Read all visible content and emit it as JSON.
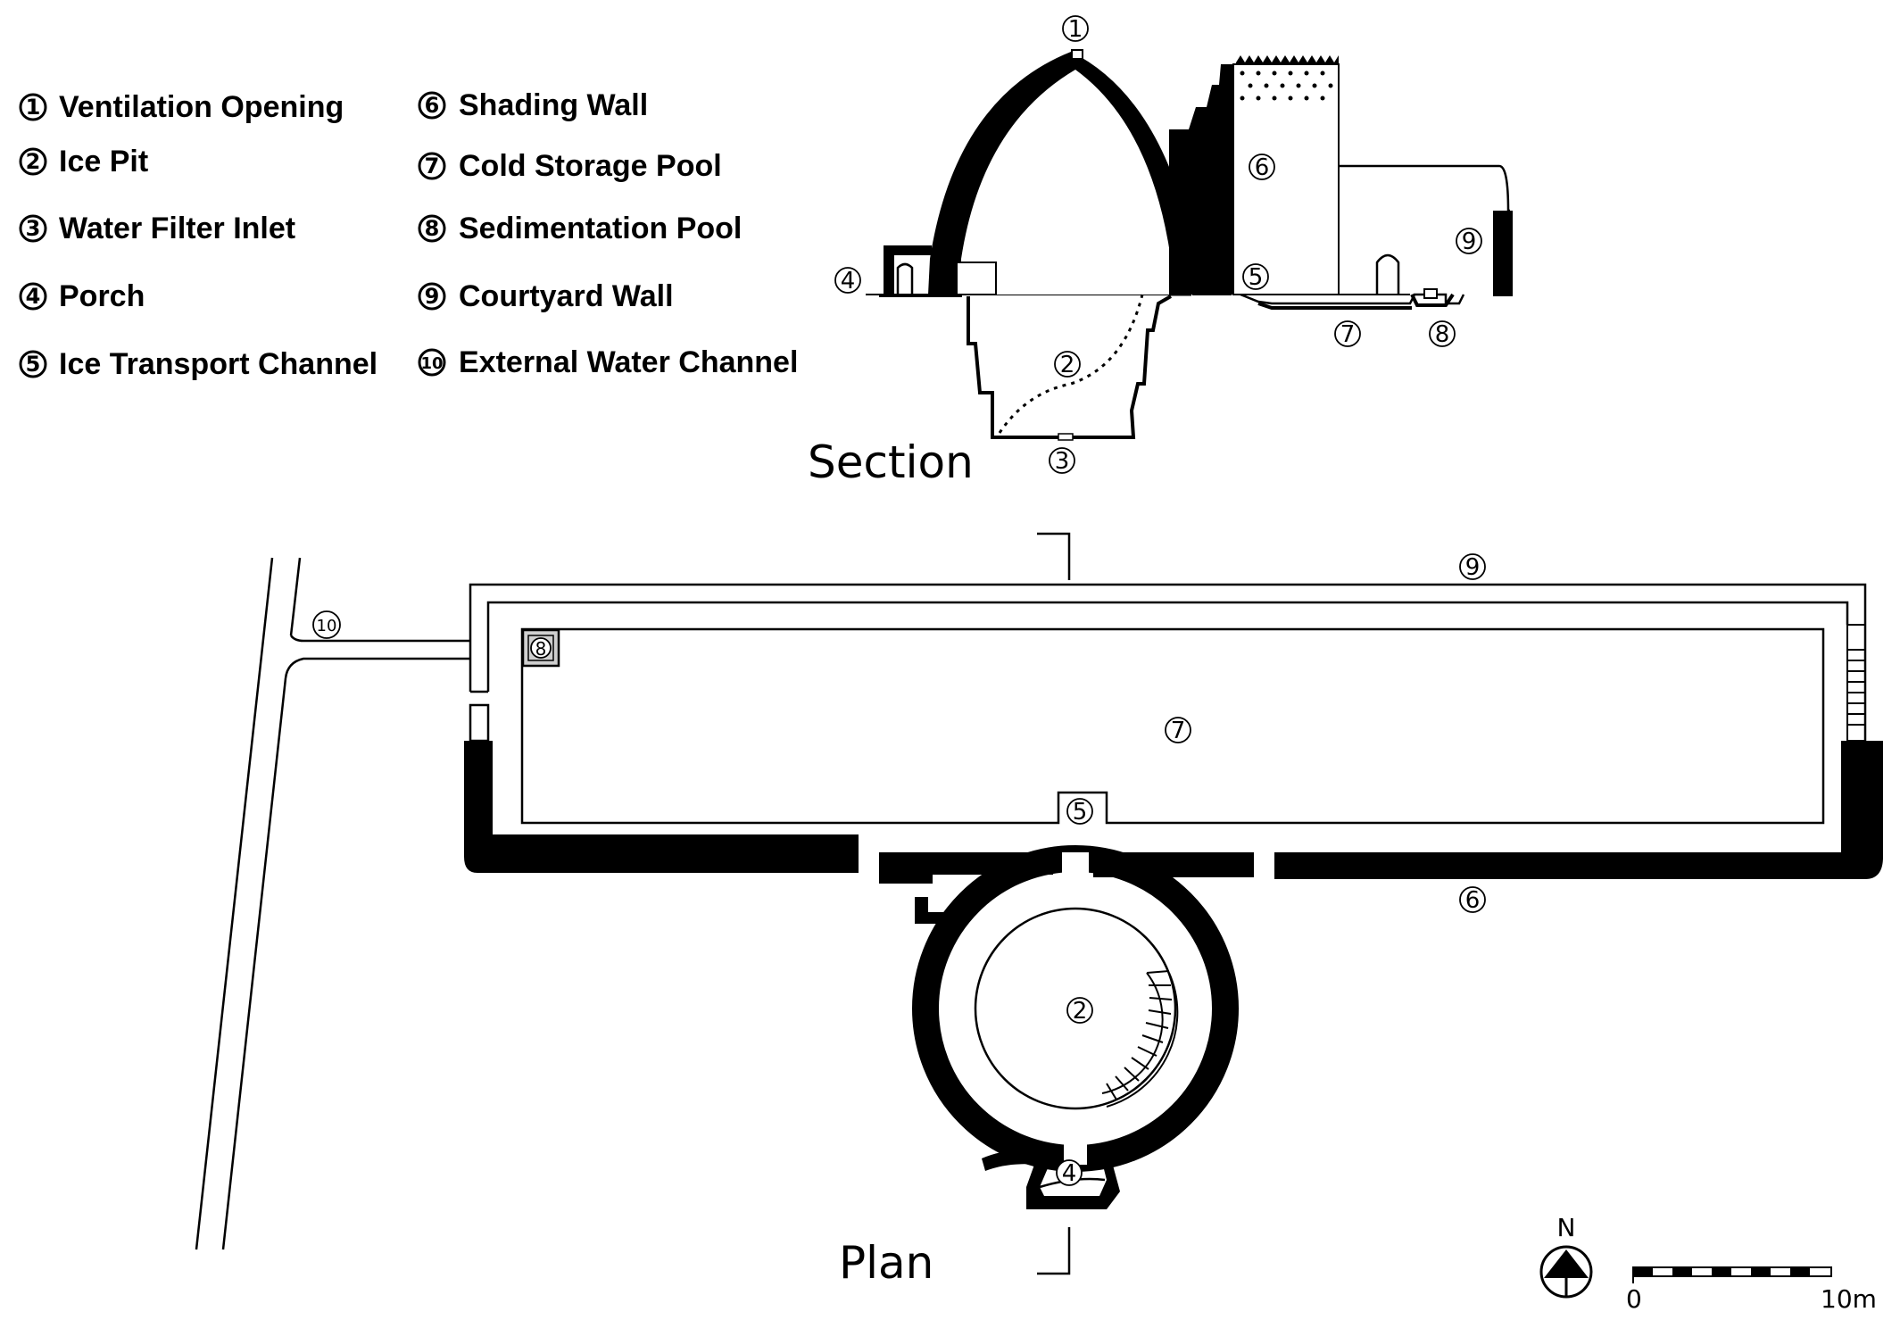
{
  "legend": [
    {
      "num": "1",
      "label": "Ventilation Opening"
    },
    {
      "num": "2",
      "label": "Ice Pit"
    },
    {
      "num": "3",
      "label": "Water Filter Inlet"
    },
    {
      "num": "4",
      "label": "Porch"
    },
    {
      "num": "5",
      "label": "Ice Transport Channel"
    },
    {
      "num": "6",
      "label": "Shading Wall"
    },
    {
      "num": "7",
      "label": "Cold Storage Pool"
    },
    {
      "num": "8",
      "label": "Sedimentation Pool"
    },
    {
      "num": "9",
      "label": "Courtyard Wall"
    },
    {
      "num": "10",
      "label": "External Water Channel"
    }
  ],
  "section_title": "Section",
  "plan_title": "Plan",
  "north_label": "N",
  "scale": {
    "start_label": "0",
    "end_label": "10m"
  }
}
